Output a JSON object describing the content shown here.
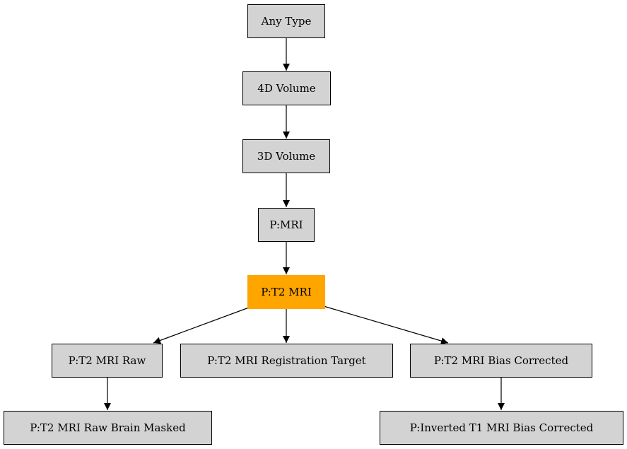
{
  "nodes": {
    "any_type": "Any Type",
    "volume_4d": "4D Volume",
    "volume_3d": "3D Volume",
    "p_mri": "P:MRI",
    "p_t2_mri": "P:T2 MRI",
    "p_t2_mri_raw": "P:T2 MRI Raw",
    "p_t2_mri_registration_target": "P:T2 MRI Registration Target",
    "p_t2_mri_bias_corrected": "P:T2 MRI Bias Corrected",
    "p_t2_mri_raw_brain_masked": "P:T2 MRI Raw Brain Masked",
    "p_inverted_t1_mri_bias_corrected": "P:Inverted T1 MRI Bias Corrected"
  },
  "edges": [
    [
      "any_type",
      "volume_4d"
    ],
    [
      "volume_4d",
      "volume_3d"
    ],
    [
      "volume_3d",
      "p_mri"
    ],
    [
      "p_mri",
      "p_t2_mri"
    ],
    [
      "p_t2_mri",
      "p_t2_mri_raw"
    ],
    [
      "p_t2_mri",
      "p_t2_mri_registration_target"
    ],
    [
      "p_t2_mri",
      "p_t2_mri_bias_corrected"
    ],
    [
      "p_t2_mri_raw",
      "p_t2_mri_raw_brain_masked"
    ],
    [
      "p_t2_mri_bias_corrected",
      "p_inverted_t1_mri_bias_corrected"
    ]
  ],
  "colors": {
    "node_fill": "#d3d3d3",
    "highlight_fill": "#ffa500",
    "stroke": "#000000"
  },
  "highlighted_node": "p_t2_mri"
}
